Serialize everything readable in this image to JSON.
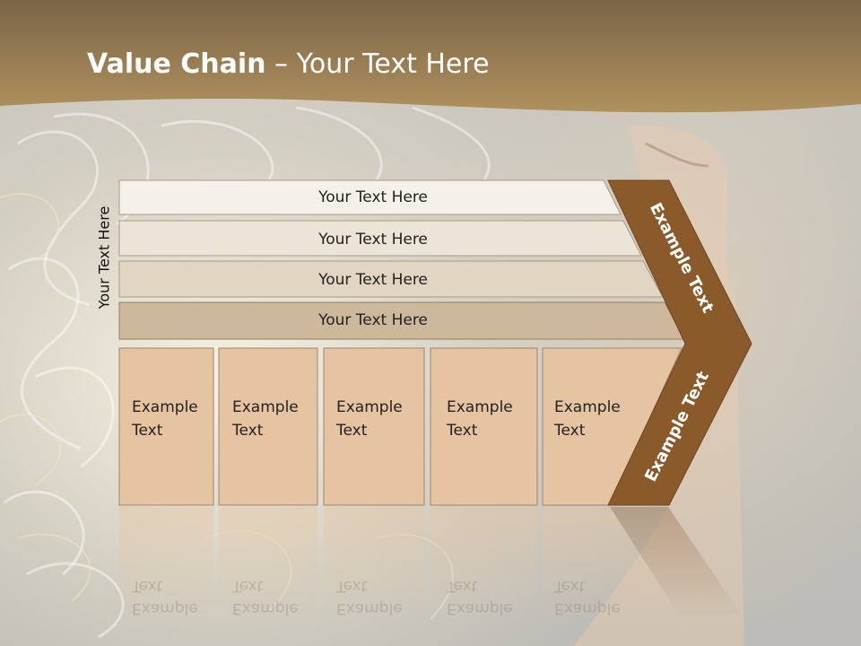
{
  "title": {
    "bold": "Value Chain",
    "rest": " – Your Text Here"
  },
  "side_label": "Your Text Here",
  "bars": [
    {
      "label": "Your Text Here"
    },
    {
      "label": "Your Text Here"
    },
    {
      "label": "Your Text Here"
    },
    {
      "label": "Your Text Here"
    }
  ],
  "columns": [
    {
      "line1": "Example",
      "line2": "Text"
    },
    {
      "line1": "Example",
      "line2": "Text"
    },
    {
      "line1": "Example",
      "line2": "Text"
    },
    {
      "line1": "Example",
      "line2": "Text"
    },
    {
      "line1": "Example",
      "line2": "Text"
    }
  ],
  "chevron": {
    "upper": "Example Text",
    "lower": "Example Text"
  },
  "colors": {
    "header": "#9a7d52",
    "chevron": "#8b5a2b",
    "bar1": "#f3f1ea",
    "bar2": "#ece4d6",
    "bar3": "#e2d5c2",
    "bar4": "#cdb89c",
    "column": "#e6c4a2"
  }
}
